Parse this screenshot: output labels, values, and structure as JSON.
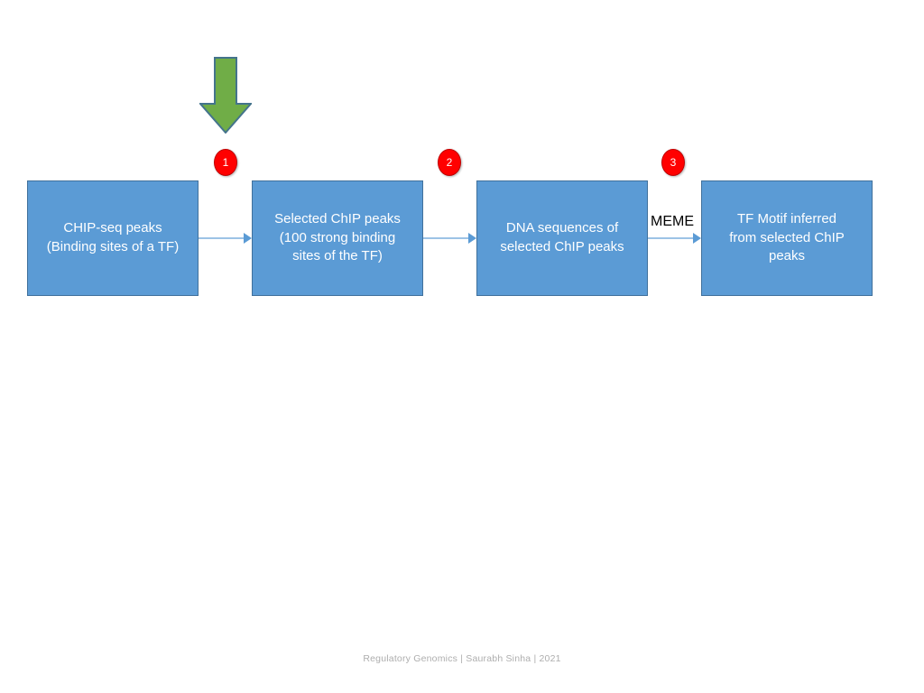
{
  "slide": {
    "background_color": "#FFFFFF",
    "footer": "Regulatory Genomics  | Saurabh Sinha | 2021"
  },
  "diagram": {
    "type": "horizontal-flowchart",
    "box_fill_color": "#5B9BD5",
    "box_border_color": "#41719C",
    "box_text_color": "#FFFFFF",
    "connector_color": "#9DC3E6",
    "badge_color": "#FF0000",
    "arrow_color": "#70AD47",
    "boxes": [
      {
        "id": 1,
        "text": "CHIP-seq peaks\n(Binding sites of a TF)"
      },
      {
        "id": 2,
        "text": "Selected ChIP peaks\n(100 strong binding\nsites of the TF)"
      },
      {
        "id": 3,
        "text": "DNA sequences of\nselected ChIP peaks"
      },
      {
        "id": 4,
        "text": "TF Motif inferred\nfrom selected ChIP\npeaks"
      }
    ],
    "badges": [
      {
        "id": 1,
        "label": "1"
      },
      {
        "id": 2,
        "label": "2"
      },
      {
        "id": 3,
        "label": "3"
      }
    ],
    "connector_labels": {
      "meme": "MEME"
    },
    "highlight_arrow": {
      "name": "green-down-arrow",
      "direction": "down",
      "fill": "#70AD47",
      "outline": "#44748C"
    }
  }
}
